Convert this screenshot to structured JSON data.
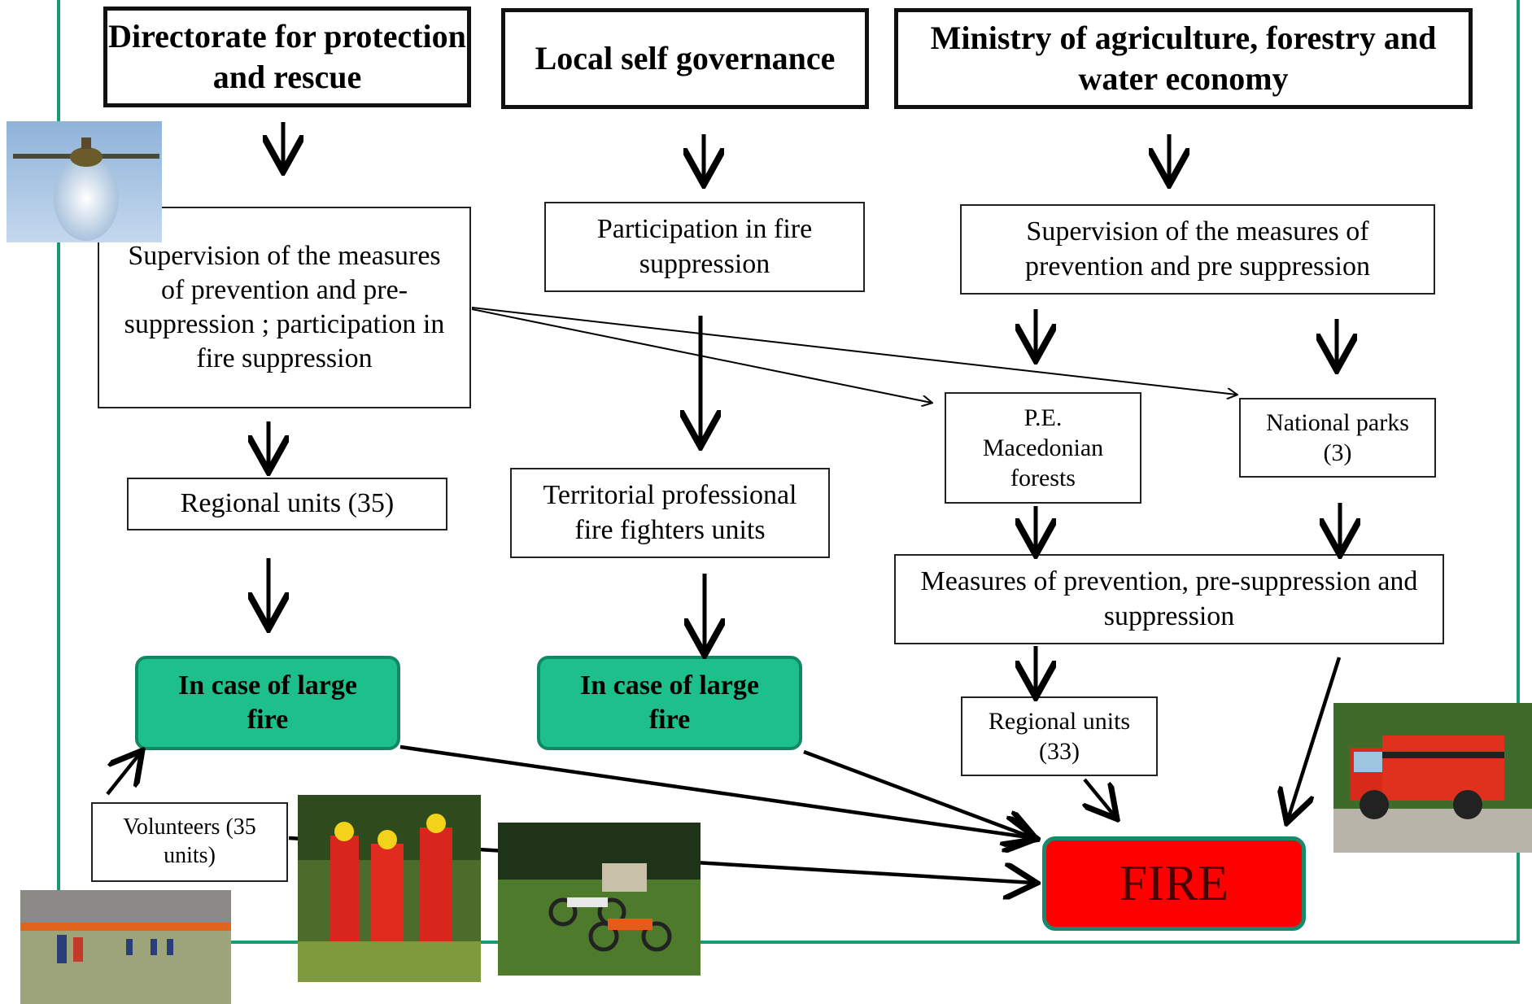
{
  "top_headers": {
    "directorate": "Directorate for protection and rescue",
    "local": "Local self  governance",
    "ministry": "Ministry  of agriculture, forestry and water economy"
  },
  "directorate_column": {
    "supervision": "Supervision of the measures of prevention and pre-suppression ; participation in fire suppression",
    "regional_units": "Regional units (35)",
    "large_fire": "In case of  large fire",
    "volunteers": "Volunteers (35 units)"
  },
  "local_column": {
    "participation": "Participation in fire suppression",
    "territorial": "Territorial professional fire fighters units",
    "large_fire": "In case of large fire"
  },
  "ministry_column": {
    "supervision": "Supervision of the measures of prevention and pre suppression",
    "pe_forests": "P.E. Macedonian forests",
    "national_parks": "National  parks (3)",
    "measures": "Measures of prevention, pre-suppression and suppression",
    "regional_units": "Regional units (33)"
  },
  "fire_label": "FIRE",
  "colors": {
    "frame": "#1a9a74",
    "large_fire_fill": "#1dc08a",
    "fire_fill": "#ff0000"
  },
  "photos": [
    "firefighting-plane-photo",
    "field-fire-crew-photo",
    "firefighters-team-photo",
    "motorcycles-photo",
    "fire-truck-photo"
  ]
}
